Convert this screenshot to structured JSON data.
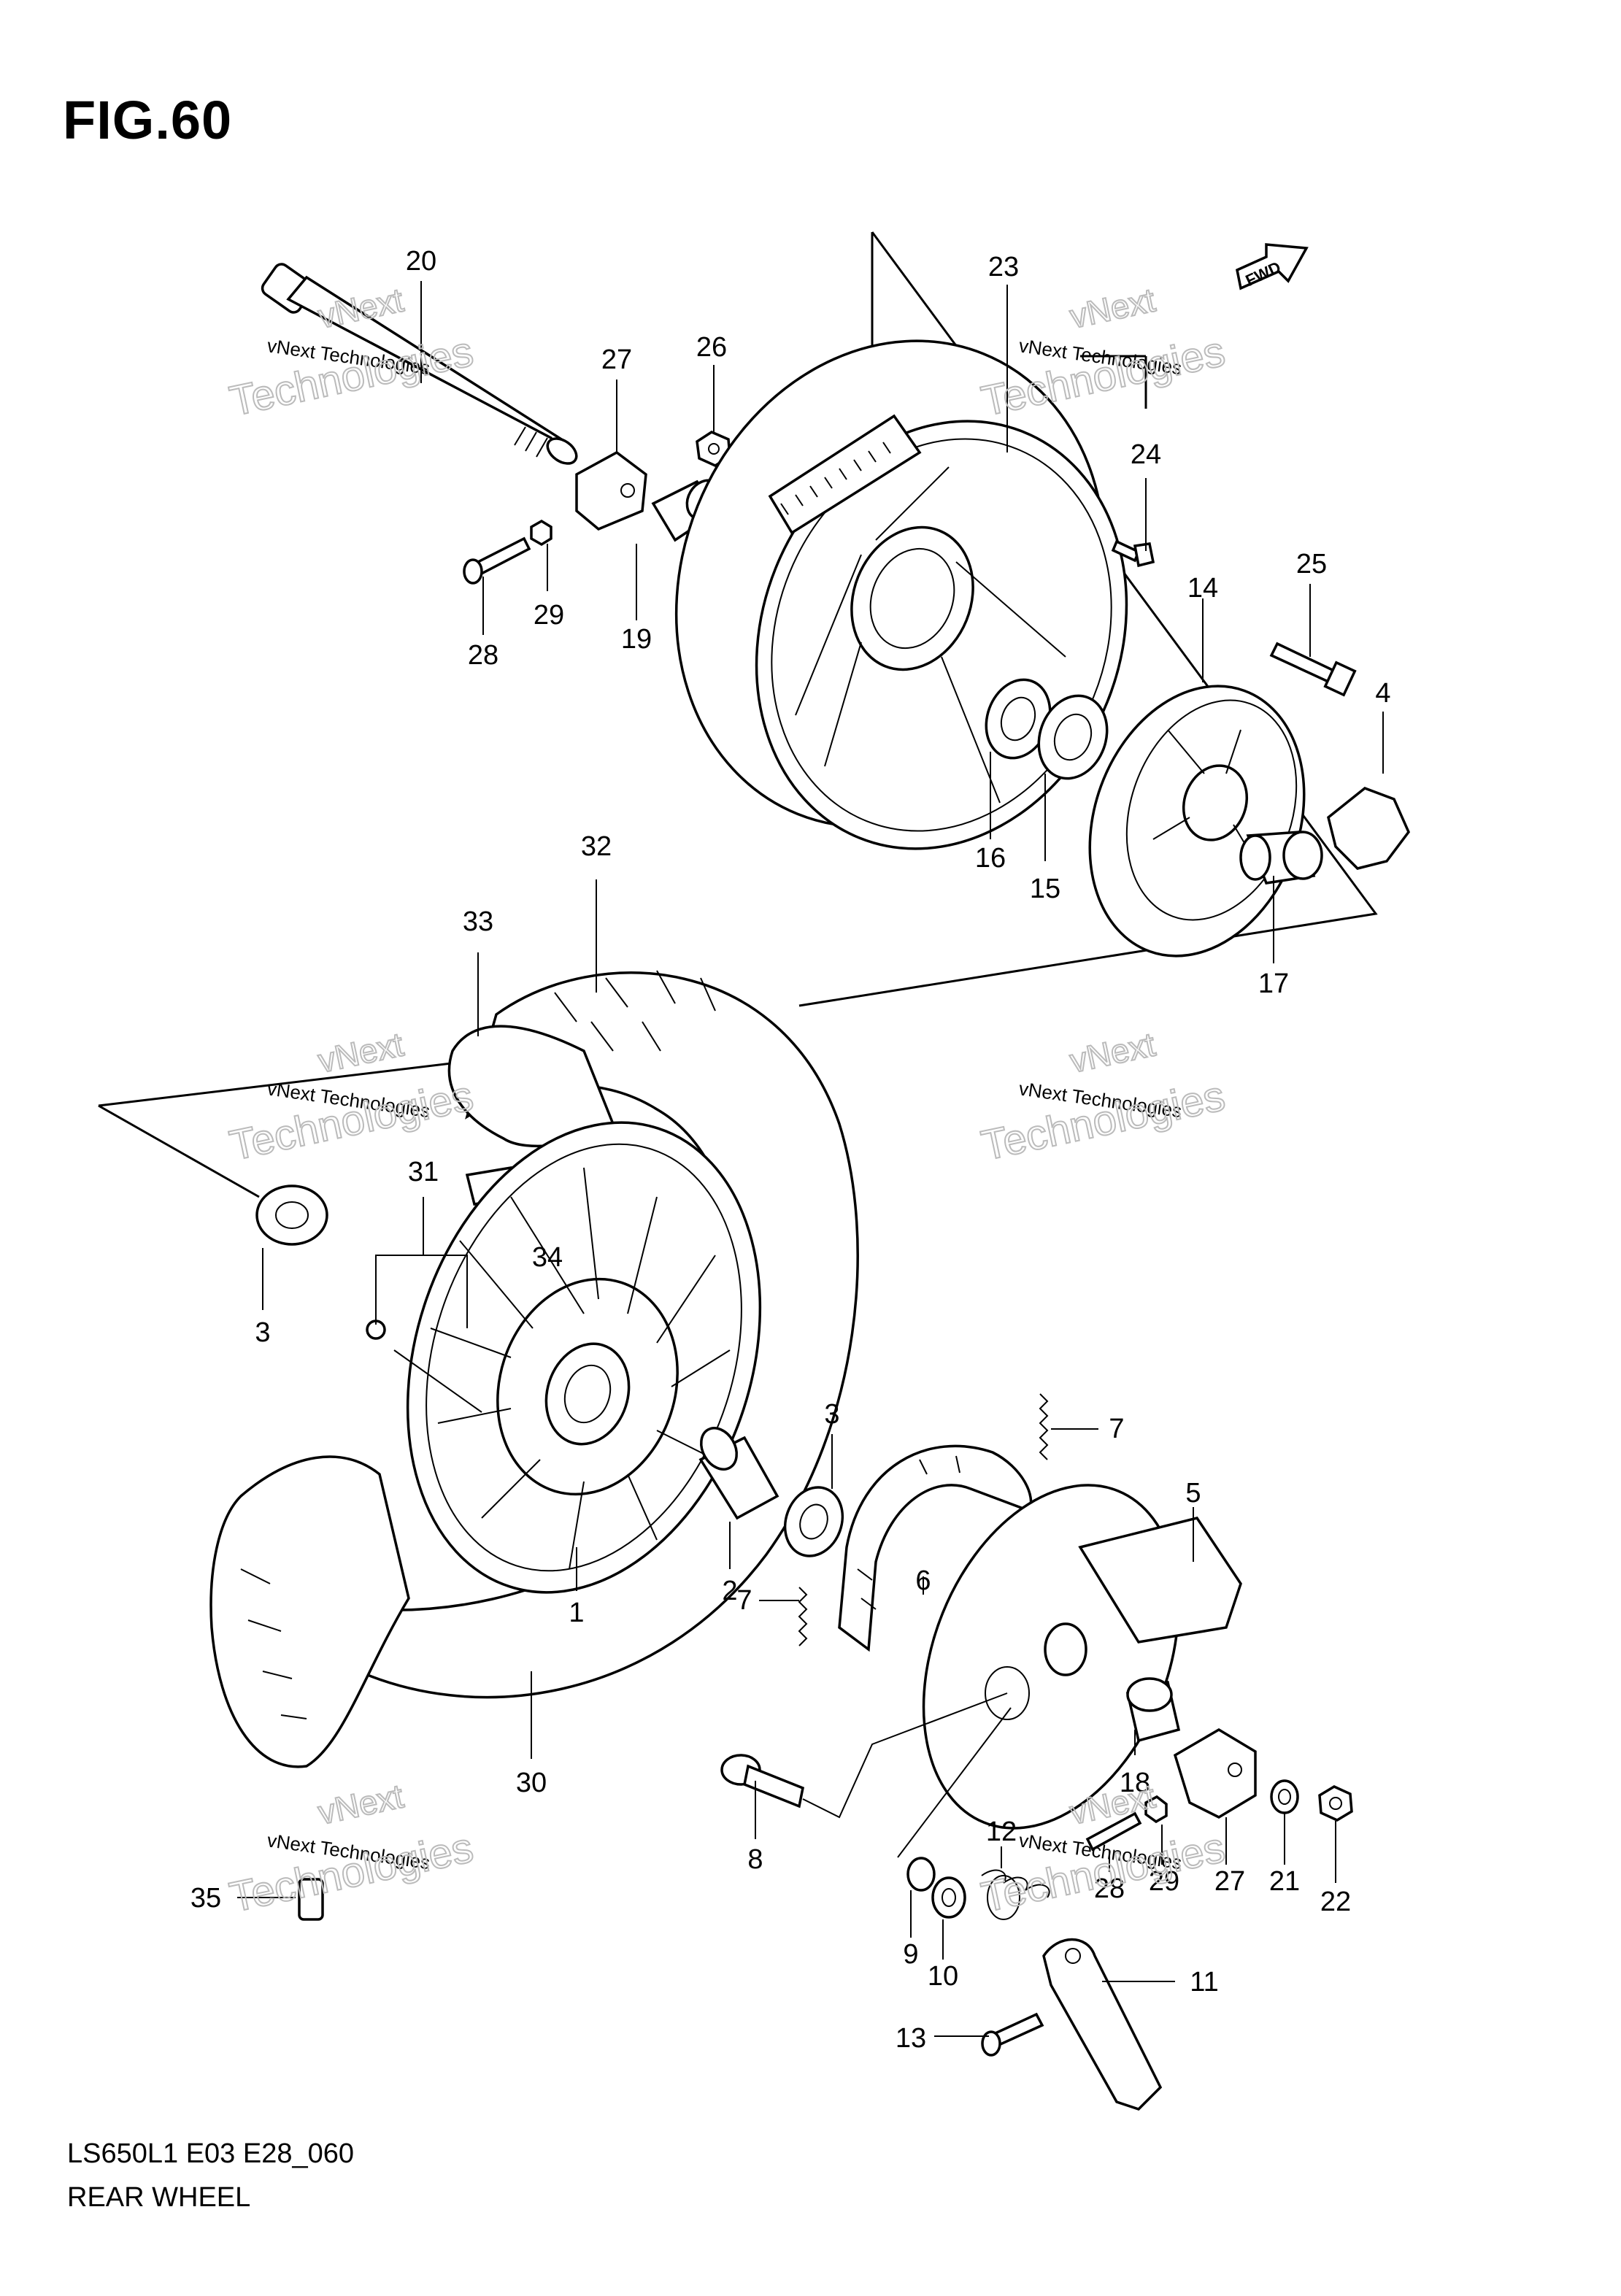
{
  "figure": {
    "title": "FIG.60",
    "code": "LS650L1 E03 E28_060",
    "caption": "REAR WHEEL",
    "fwd_label": "FWD"
  },
  "watermark": {
    "small": "vNext Technologies",
    "large_a": "vNext",
    "large_b": "Technologies"
  },
  "callouts": [
    "20",
    "23",
    "26",
    "27",
    "24",
    "25",
    "28",
    "29",
    "19",
    "14",
    "4",
    "16",
    "15",
    "17",
    "32",
    "33",
    "31",
    "34",
    "3",
    "3",
    "7",
    "5",
    "6",
    "7",
    "2",
    "1",
    "30",
    "18",
    "12",
    "28",
    "29",
    "27",
    "21",
    "22",
    "8",
    "9",
    "10",
    "11",
    "13",
    "35"
  ]
}
